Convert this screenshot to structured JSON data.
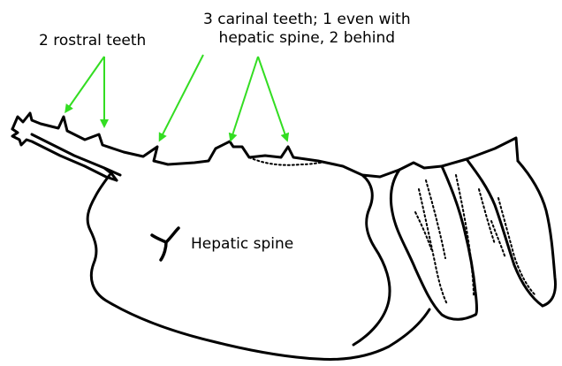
{
  "diagram": {
    "labels": {
      "rostral_teeth": "2 rostral teeth",
      "carinal_teeth_line1": "3 carinal teeth; 1 even with",
      "carinal_teeth_line2": "hepatic spine, 2 behind",
      "hepatic_spine": "Hepatic spine"
    },
    "colors": {
      "arrow": "#33dd22",
      "outline": "#000000",
      "background": "#ffffff"
    }
  }
}
